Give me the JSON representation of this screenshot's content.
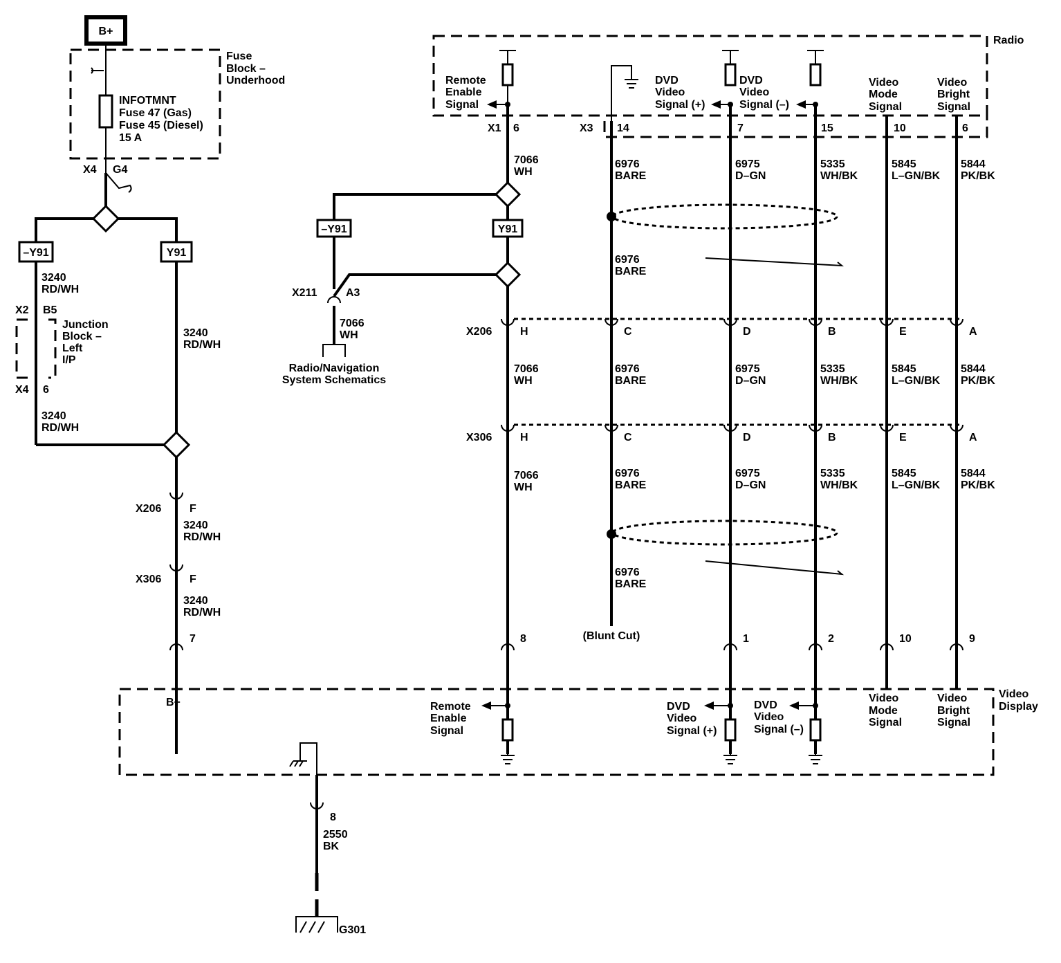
{
  "power_source": "B+",
  "fuse_block": {
    "name": [
      "Fuse",
      "Block –",
      "Underhood"
    ],
    "fuse_lines": [
      "INFOTMNT",
      "Fuse 47 (Gas)",
      "Fuse 45 (Diesel)",
      "15 A"
    ],
    "conn_x4": "X4",
    "conn_g4": "G4"
  },
  "left_circuit": {
    "option_neg": "–Y91",
    "option_pos": "Y91",
    "wire_lines": [
      "3240",
      "RD/WH"
    ],
    "junction_block": [
      "Junction",
      "Block –",
      "Left",
      "I/P"
    ],
    "x2": "X2",
    "b5": "B5",
    "x4": "X4",
    "pin6": "6",
    "x206": "X206",
    "x306": "X306",
    "pin_f": "F",
    "pin7": "7"
  },
  "radio": {
    "name": "Radio",
    "remote_enable": [
      "Remote",
      "Enable",
      "Signal"
    ],
    "dvd_plus": [
      "DVD",
      "Video",
      "Signal (+)"
    ],
    "dvd_minus": [
      "DVD",
      "Video",
      "Signal (–)"
    ],
    "video_mode": [
      "Video",
      "Mode",
      "Signal"
    ],
    "video_bright": [
      "Video",
      "Bright",
      "Signal"
    ],
    "x1": "X1",
    "x3": "X3",
    "pins": [
      "6",
      "14",
      "7",
      "15",
      "10",
      "6"
    ]
  },
  "circuits": {
    "c7066": [
      "7066",
      "WH"
    ],
    "c6976": [
      "6976",
      "BARE"
    ],
    "c6975": [
      "6975",
      "D–GN"
    ],
    "c5335": [
      "5335",
      "WH/BK"
    ],
    "c5845": [
      "5845",
      "L–GN/BK"
    ],
    "c5844": [
      "5844",
      "PK/BK"
    ],
    "c2550": [
      "2550",
      "BK"
    ]
  },
  "connectors": {
    "x206": "X206",
    "x306": "X306",
    "pins": [
      "H",
      "C",
      "D",
      "B",
      "E",
      "A"
    ]
  },
  "nav_branch": {
    "option_neg": "–Y91",
    "option_pos": "Y91",
    "x211": "X211",
    "a3": "A3",
    "reference": [
      "Radio/Navigation",
      "System Schematics"
    ]
  },
  "video_display": {
    "name": [
      "Video",
      "Display"
    ],
    "b_plus": "B+",
    "pins": [
      "8",
      "1",
      "2",
      "10",
      "9"
    ],
    "ground_pin": "8",
    "blunt_cut": "(Blunt Cut)",
    "ground_name": "G301"
  }
}
